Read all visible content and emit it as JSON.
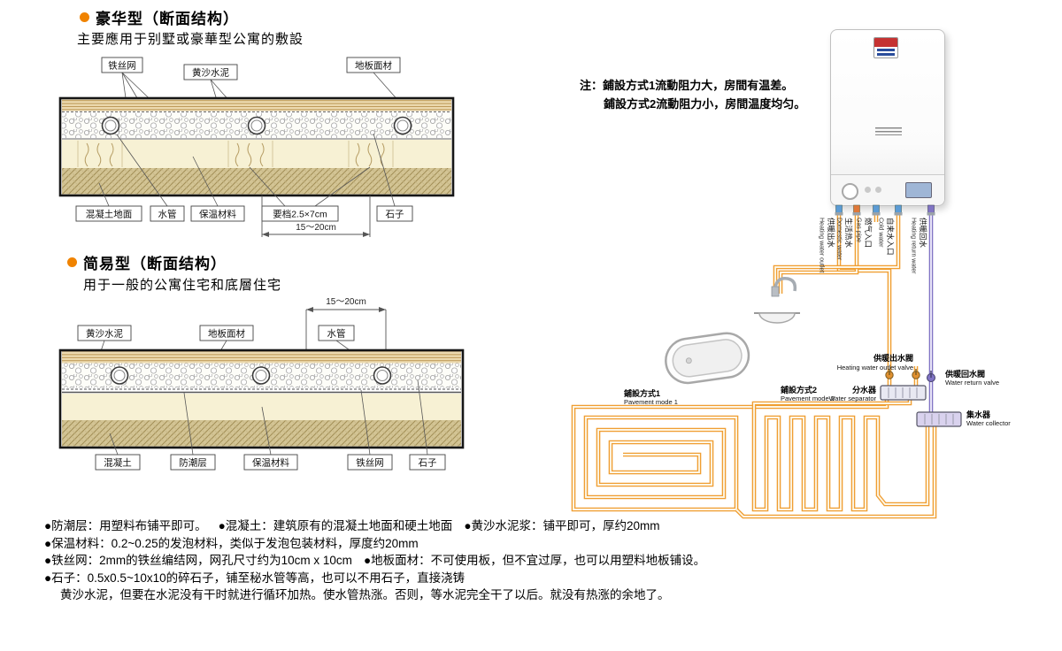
{
  "luxury": {
    "title": "豪华型（断面结构）",
    "subtitle": "主要應用于别墅或豪華型公寓的敷設",
    "labels": {
      "wire": "铁丝网",
      "sand": "黄沙水泥",
      "floor": "地板面材",
      "concrete": "混凝土地面",
      "pipe": "水管",
      "insulation": "保温材料",
      "joist": "要档2.5×7cm",
      "stone": "石子"
    },
    "dimension": "15～20cm"
  },
  "simple": {
    "title": "简易型（断面结构）",
    "subtitle": "用于一般的公寓住宅和底層住宅",
    "dimension": "15～20cm",
    "labels": {
      "sand": "黄沙水泥",
      "floor": "地板面材",
      "pipe": "水管",
      "concrete": "混凝土",
      "moisture": "防潮层",
      "insulation": "保温材料",
      "wire": "铁丝网",
      "stone": "石子"
    }
  },
  "note": {
    "line1": "注：鋪設方式1流動阻力大，房間有温差。",
    "line2": "鋪設方式2流動阻力小，房間温度均匀。"
  },
  "boiler": {
    "pipes": [
      {
        "cn": "供暖出水",
        "en": "Heating water outlet"
      },
      {
        "cn": "生活热水",
        "en": "Domestic water"
      },
      {
        "cn": "燃气入口",
        "en": "Gas pipe"
      },
      {
        "cn": "自来水入口",
        "en": "Cold water"
      },
      {
        "cn": "供暖回水",
        "en": "Heating return water"
      }
    ]
  },
  "piping": {
    "outlet_valve": {
      "cn": "供暖出水閥",
      "en": "Heating water outlet valve"
    },
    "separator": {
      "cn": "分水器",
      "en": "Water separator"
    },
    "return_valve": {
      "cn": "供暖回水閥",
      "en": "Water return valve"
    },
    "collector": {
      "cn": "集水器",
      "en": "Water collector"
    },
    "mode1": {
      "cn": "鋪設方式1",
      "en": "Pavement mode 1"
    },
    "mode2": {
      "cn": "鋪設方式2",
      "en": "Pavement mode 2"
    }
  },
  "footnotes": {
    "line1": [
      "●防潮层：用塑料布铺平即可。",
      "●混凝土：建筑原有的混凝土地面和硬土地面",
      "●黄沙水泥浆：铺平即可，厚约20mm"
    ],
    "line2": "●保温材料：0.2~0.25的发泡材料，类似于发泡包装材料，厚度约20mm",
    "line3": [
      "●铁丝网：2mm的铁丝编结网，网孔尺寸约为10cm x 10cm",
      "●地板面材：不可使用板，但不宜过厚，也可以用塑料地板铺设。"
    ],
    "line4": "●石子：0.5x0.5~10x10的碎石子，铺至秘水管等高，也可以不用石子，直接浇铸",
    "line5": "黄沙水泥，但要在水泥没有干时就进行循环加热。使水管热涨。否则，等水泥完全干了以后。就没有热涨的余地了。"
  },
  "colors": {
    "accent_orange": "#f08300",
    "pipe_orange": "#f09e32",
    "pipe_purple": "#8174c4"
  }
}
